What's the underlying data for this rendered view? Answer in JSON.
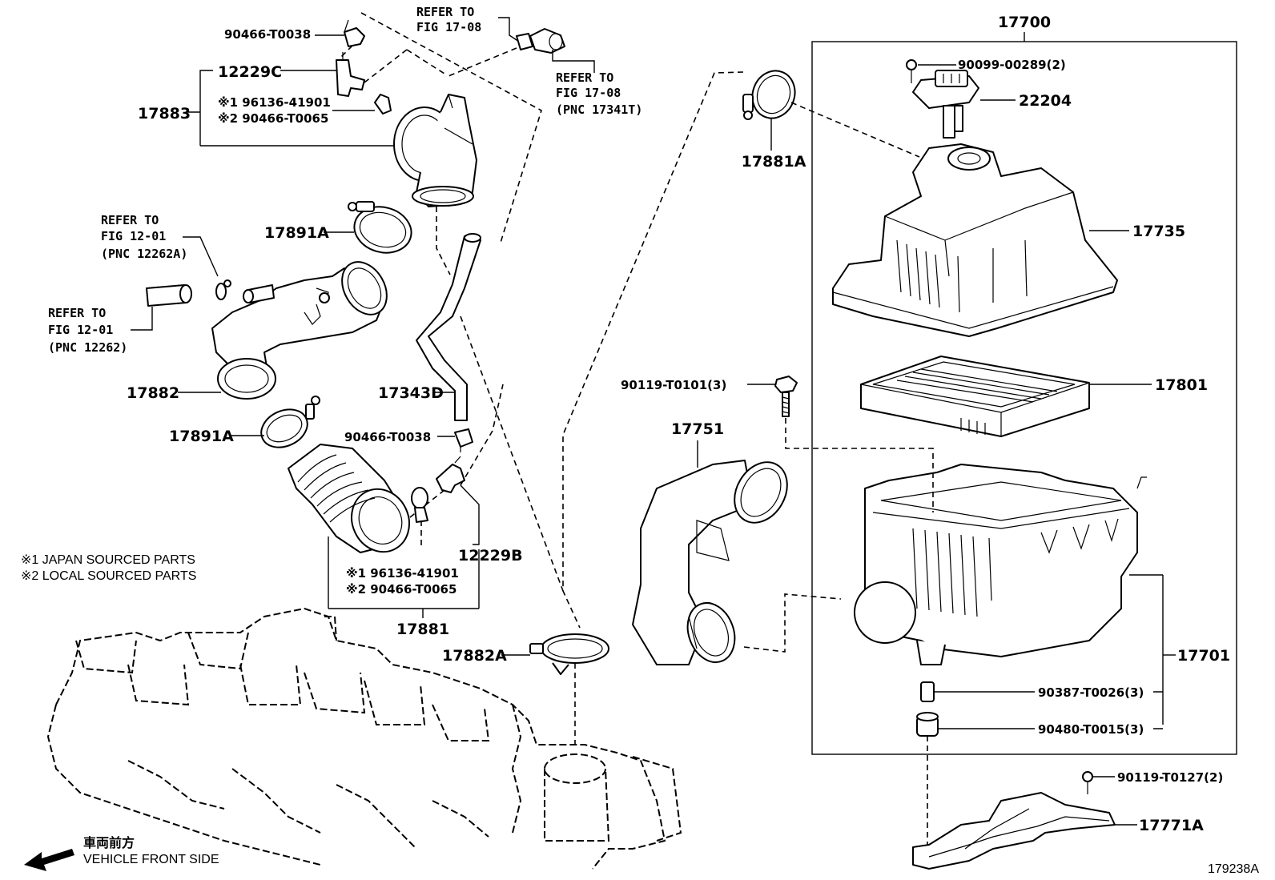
{
  "labels": {
    "p17700": "17700",
    "p90099": "90099-00289(2)",
    "p22204": "22204",
    "p17881A": "17881A",
    "p17735": "17735",
    "p17801": "17801",
    "p90119_0101": "90119-T0101(3)",
    "p17751": "17751",
    "p17701": "17701",
    "p90387": "90387-T0026(3)",
    "p90480": "90480-T0015(3)",
    "p90119_0127": "90119-T0127(2)",
    "p17771A": "17771A",
    "p90466_top": "90466-T0038",
    "p12229C": "12229C",
    "p17883": "17883",
    "p96136_top": "※1 96136-41901",
    "p90466_T0065_top": "※2 90466-T0065",
    "p17891A_top": "17891A",
    "p17882": "17882",
    "p17891A_bot": "17891A",
    "p17343D": "17343D",
    "p90466_mid": "90466-T0038",
    "p12229B": "12229B",
    "p96136_bot": "※1 96136-41901",
    "p90466_T0065_bot": "※2 90466-T0065",
    "p17881": "17881",
    "p17882A": "17882A"
  },
  "refs": {
    "top_center": [
      "REFER TO",
      "FIG 17-08"
    ],
    "top_right": [
      "REFER TO",
      "FIG 17-08",
      "(PNC 17341T)"
    ],
    "left_upper": [
      "REFER TO",
      "FIG 12-01",
      "(PNC 12262A)"
    ],
    "left_lower": [
      "REFER TO",
      "FIG 12-01",
      "(PNC 12262)"
    ]
  },
  "notes": {
    "japan": "※1 JAPAN SOURCED PARTS",
    "local": "※2 LOCAL SOURCED PARTS"
  },
  "direction": {
    "jp": "車両前方",
    "en": "VEHICLE FRONT SIDE"
  },
  "figure_id": "179238A"
}
